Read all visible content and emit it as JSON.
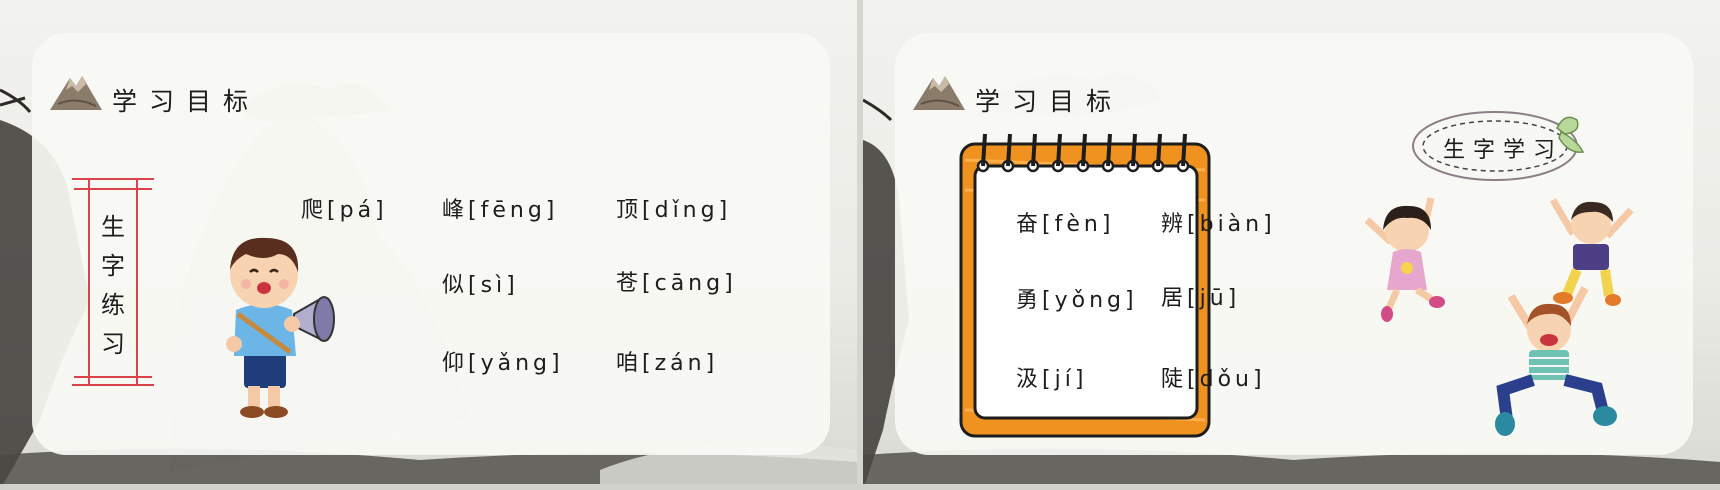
{
  "left_slide": {
    "title": "学习目标",
    "vertical_label": [
      "生",
      "字",
      "练",
      "习"
    ],
    "words": [
      {
        "char": "爬",
        "pinyin": "[pá]"
      },
      {
        "char": "峰",
        "pinyin": "[fēng]"
      },
      {
        "char": "顶",
        "pinyin": "[dǐng]"
      },
      {
        "char": "似",
        "pinyin": "[sì]"
      },
      {
        "char": "苍",
        "pinyin": "[cāng]"
      },
      {
        "char": "仰",
        "pinyin": "[yǎng]"
      },
      {
        "char": "咱",
        "pinyin": "[zán]"
      }
    ]
  },
  "right_slide": {
    "title": "学习目标",
    "oval_label": "生字学习",
    "words": [
      {
        "char": "奋",
        "pinyin": "[fèn]"
      },
      {
        "char": "辨",
        "pinyin": "[biàn]"
      },
      {
        "char": "勇",
        "pinyin": "[yǒng]"
      },
      {
        "char": "居",
        "pinyin": "[jū]"
      },
      {
        "char": "汲",
        "pinyin": "[jí]"
      },
      {
        "char": "陡",
        "pinyin": "[dǒu]"
      }
    ]
  },
  "colors": {
    "accent_red": "#d9434b",
    "notebook_orange": "#f0921f",
    "text": "#1d1d1d",
    "mountain_icon": "#8a7b6a"
  },
  "icons": [
    "mountain-icon",
    "boy-megaphone-illustration",
    "jumping-kids-illustration",
    "notebook-spiral"
  ]
}
